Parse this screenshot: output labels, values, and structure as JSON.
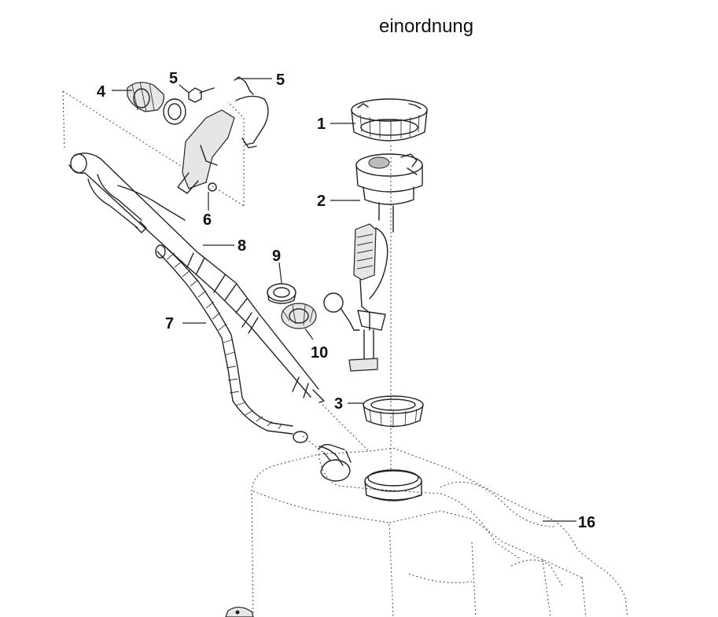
{
  "title": "einordnung",
  "callouts": {
    "c1": "1",
    "c2": "2",
    "c3": "3",
    "c4": "4",
    "c5a": "5",
    "c5b": "5",
    "c6": "6",
    "c7": "7",
    "c8": "8",
    "c9": "9",
    "c10": "10",
    "c16": "16"
  }
}
